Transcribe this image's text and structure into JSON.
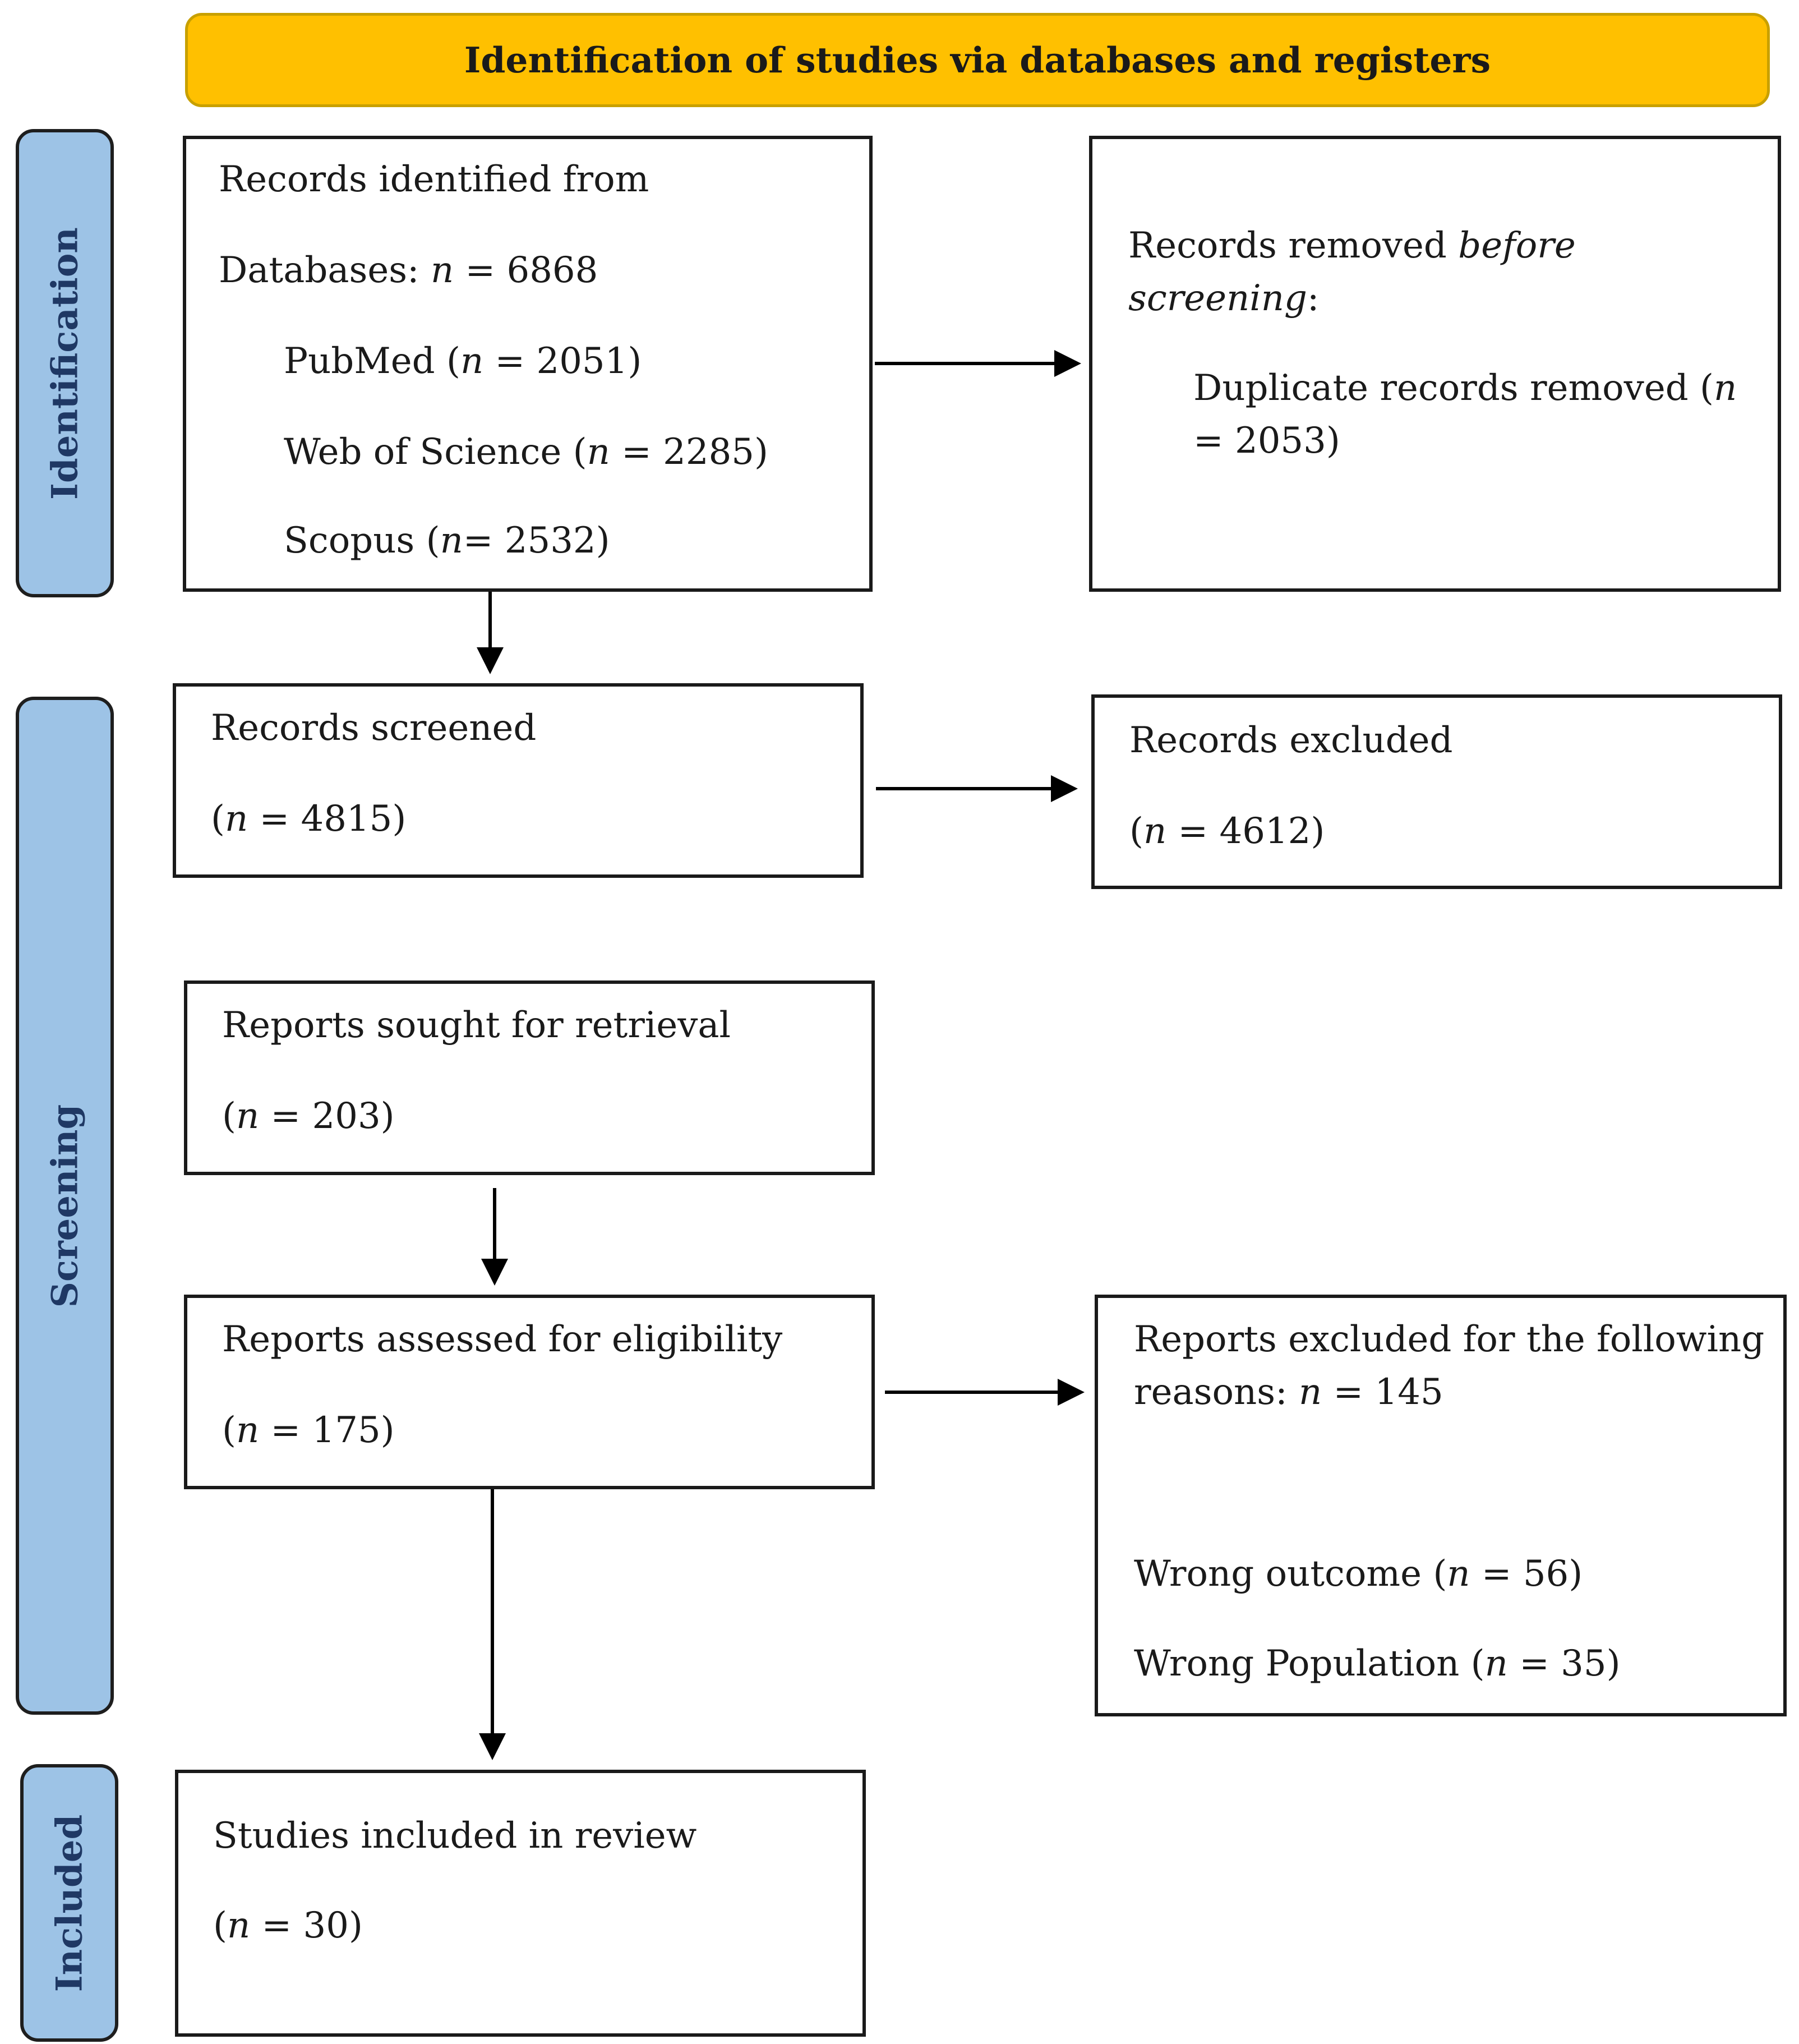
{
  "header": {
    "title": "Identification of studies via databases and registers"
  },
  "phases": {
    "identification": "Identification",
    "screening": "Screening",
    "included": "Included"
  },
  "identified": {
    "heading": "Records identified from",
    "databases_label": "Databases:",
    "databases_n": "6868",
    "pubmed_label": "PubMed (",
    "pubmed_n": "2051)",
    "wos_label": "Web of Science (",
    "wos_n": "2285)",
    "scopus_label": "Scopus (",
    "scopus_n": "= 2532)"
  },
  "removed": {
    "line1_a": "Records removed ",
    "line1_b": "before",
    "line2": "screening",
    "line2_colon": ":",
    "dup_line1": "Duplicate records removed (",
    "dup_line2": "= 2053)"
  },
  "screened": {
    "heading": "Records screened",
    "n": "4815)"
  },
  "excluded": {
    "heading": "Records excluded",
    "n": "4612)"
  },
  "sought": {
    "heading": "Reports sought for retrieval",
    "n": "203)"
  },
  "assessed": {
    "heading": "Reports assessed for eligibility",
    "n": "175)"
  },
  "reports_excluded": {
    "line1": "Reports excluded for the following",
    "line2_label": "reasons:",
    "line2_n": "145",
    "outcome_label": "Wrong outcome (",
    "outcome_n": "56)",
    "population_label": "Wrong Population (",
    "population_n": "35)"
  },
  "included_box": {
    "heading": "Studies included in review",
    "n": "30)"
  },
  "symbols": {
    "n": "n",
    "eq": " = ",
    "open": "("
  }
}
